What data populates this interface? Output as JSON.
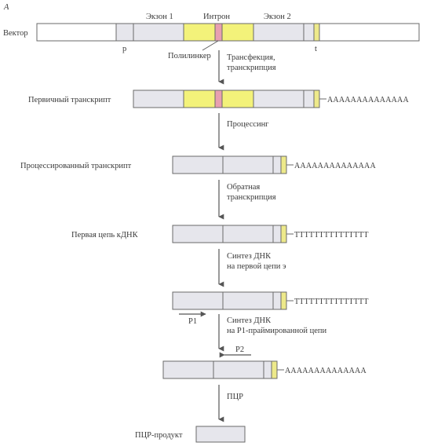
{
  "panel_letter": "А",
  "colors": {
    "box_fill": "#e6e6ec",
    "box_stroke": "#6a6a6a",
    "intron": "#f3f27a",
    "polylinker": "#e8a0b0",
    "signal": "#ede98a",
    "arrow": "#555555"
  },
  "vector": {
    "label": "Вектор",
    "exon1_label": "Экзон 1",
    "intron_label": "Интрон",
    "exon2_label": "Экзон 2",
    "promoter_label": "p",
    "terminator_label": "t",
    "polylinker_label": "Полилинкер"
  },
  "steps": {
    "step1": {
      "line1": "Трансфекция,",
      "line2": "транскрипция"
    },
    "primary_label": "Первичный транскрипт",
    "primary_tail": "AAAAAAAAAAAAAA",
    "step2": {
      "line1": "Процессинг"
    },
    "processed_label": "Процессированный транскрипт",
    "processed_tail": "AAAAAAAAAAAAAA",
    "step3": {
      "line1": "Обратная",
      "line2": "транскрипция"
    },
    "first_strand_label": "Первая цепь кДНК",
    "first_strand_tail": "TTTTTTTTTTTTTTT",
    "step4": {
      "line1": "Синтез ДНК",
      "line2": "на первой цепи э"
    },
    "fifth_tail": "TTTTTTTTTTTTTTT",
    "primer1_label": "P1",
    "step5": {
      "line1": "Синтез ДНК",
      "line2": "на P1-праймированной цепи"
    },
    "primer2_label": "P2",
    "sixth_tail": "AAAAAAAAAAAAAA",
    "step6": {
      "line1": "ПЦР"
    },
    "pcr_product_label": "ПЦР-продукт"
  }
}
